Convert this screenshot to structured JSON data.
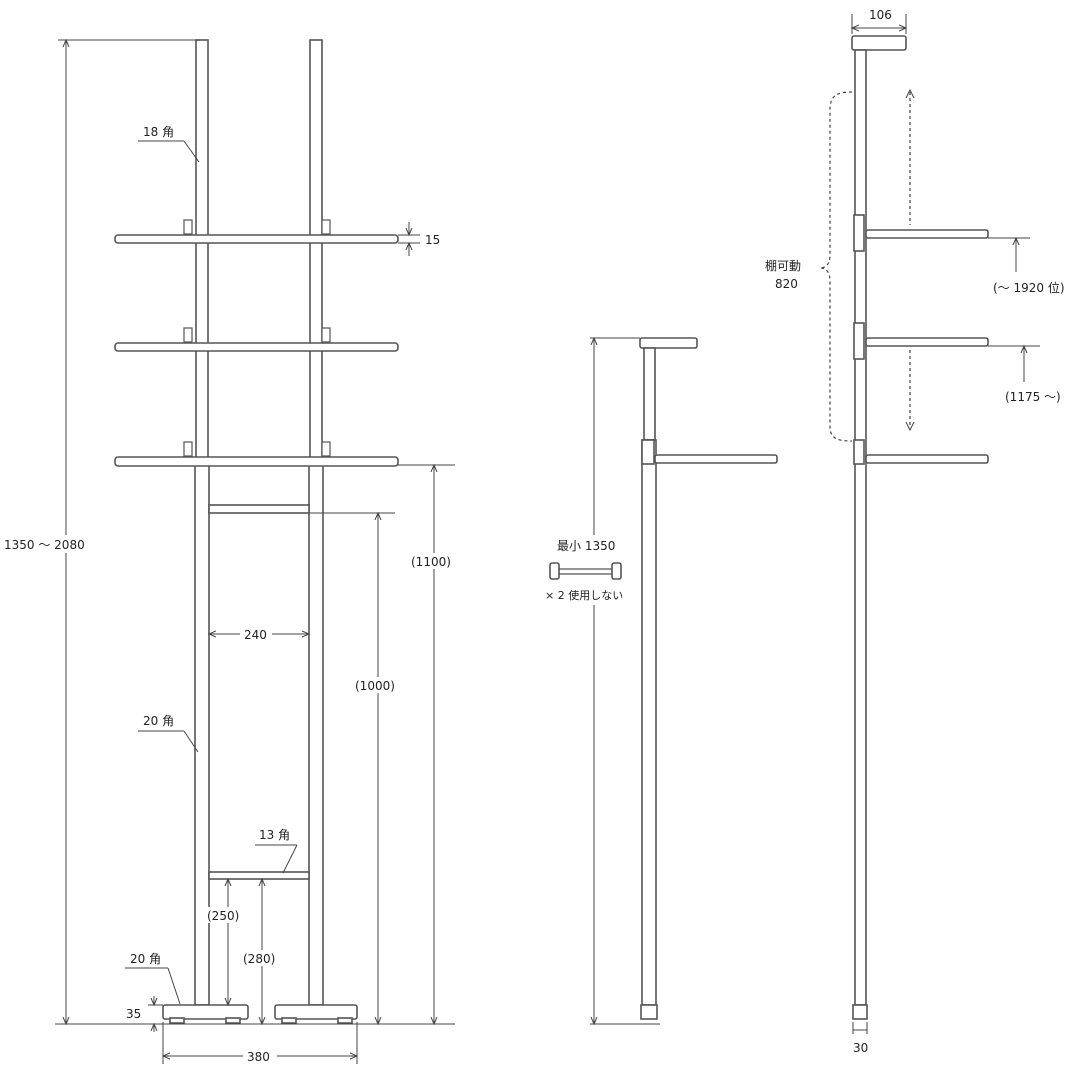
{
  "front_view": {
    "total_height": "1350 ～ 2080",
    "upper_tube": "18 角",
    "shelf_thickness": "15",
    "inner_width": "240",
    "pole_tube": "20 角",
    "crossbar_tube": "13 角",
    "lower_crossbar_height": "(250)",
    "lower_crossbar_height_2": "(280)",
    "upper_crossbar_height": "(1000)",
    "bottom_shelf_height": "(1100)",
    "foot_tube": "20 角",
    "foot_height": "35",
    "base_width": "380"
  },
  "side_view_min": {
    "label": "最小 1350",
    "note": "× 2 使用しない"
  },
  "side_view_max": {
    "cap_width": "106",
    "adjust_label_1": "棚可動",
    "adjust_label_2": "820",
    "top_range": "(～ 1920 位)",
    "bottom_range": "(1175 ～)",
    "foot_width": "30"
  }
}
